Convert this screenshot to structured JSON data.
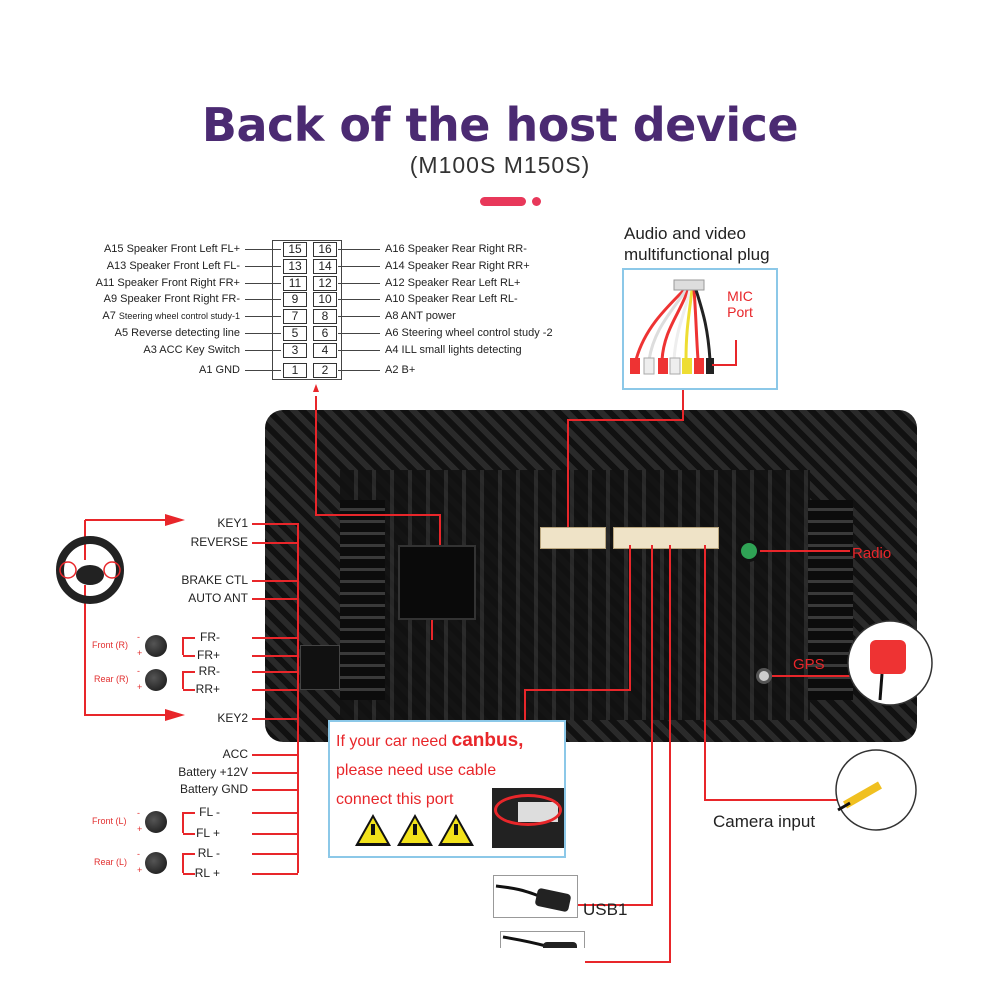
{
  "header": {
    "title": "Back of the host device",
    "subtitle": "(M100S  M150S)"
  },
  "pinout": {
    "left": [
      {
        "code": "A15",
        "label": "Speaker Front Left FL+",
        "pin": "15"
      },
      {
        "code": "A13",
        "label": "Speaker Front Left FL-",
        "pin": "13"
      },
      {
        "code": "A11",
        "label": "Speaker Front Right FR+",
        "pin": "11"
      },
      {
        "code": "A9",
        "label": "Speaker Front Right FR-",
        "pin": "9"
      },
      {
        "code": "A7",
        "label": "Steering wheel control study-1",
        "pin": "7"
      },
      {
        "code": "A5",
        "label": "Reverse detecting line",
        "pin": "5"
      },
      {
        "code": "A3",
        "label": "ACC Key Switch",
        "pin": "3"
      },
      {
        "code": "A1",
        "label": "GND",
        "pin": "1"
      }
    ],
    "right": [
      {
        "code": "A16",
        "label": "Speaker Rear Right RR-",
        "pin": "16"
      },
      {
        "code": "A14",
        "label": "Speaker Rear Right RR+",
        "pin": "14"
      },
      {
        "code": "A12",
        "label": "Speaker Rear Left RL+",
        "pin": "12"
      },
      {
        "code": "A10",
        "label": "Speaker Rear Left RL-",
        "pin": "10"
      },
      {
        "code": "A8",
        "label": "ANT power",
        "pin": "8"
      },
      {
        "code": "A6",
        "label": "Steering wheel control study -2",
        "pin": "6"
      },
      {
        "code": "A4",
        "label": "ILL small lights detecting",
        "pin": "4"
      },
      {
        "code": "A2",
        "label": "B+",
        "pin": "2"
      }
    ]
  },
  "av_plug": {
    "title_line1": "Audio and video",
    "title_line2": "multifunctional plug",
    "mic_label": "MIC Port"
  },
  "wires": [
    {
      "label": "KEY1"
    },
    {
      "label": "REVERSE"
    },
    {
      "label": "BRAKE CTL"
    },
    {
      "label": "AUTO ANT"
    },
    {
      "label": "FR-"
    },
    {
      "label": "FR+"
    },
    {
      "label": "RR-"
    },
    {
      "label": "RR+"
    },
    {
      "label": "KEY2"
    },
    {
      "label": "ACC"
    },
    {
      "label": "Battery +12V"
    },
    {
      "label": "Battery GND"
    },
    {
      "label": "FL -"
    },
    {
      "label": "FL +"
    },
    {
      "label": "RL -"
    },
    {
      "label": "RL +"
    }
  ],
  "speakers": {
    "front_r": "Front (R)",
    "rear_r": "Rear (R)",
    "front_l": "Front (L)",
    "rear_l": "Rear (L)",
    "minus": "-",
    "plus": "+"
  },
  "ports": {
    "radio": "Radio",
    "gps": "GPS",
    "camera": "Camera input",
    "usb1": "USB1"
  },
  "canbus": {
    "line1_a": "If your car need ",
    "line1_b": "canbus,",
    "line2": "please need use cable",
    "line3": "connect this port"
  },
  "colors": {
    "title": "#4b2a72",
    "accent": "#e8385a",
    "wire": "#e8262a",
    "box_border": "#8cc8e8"
  }
}
